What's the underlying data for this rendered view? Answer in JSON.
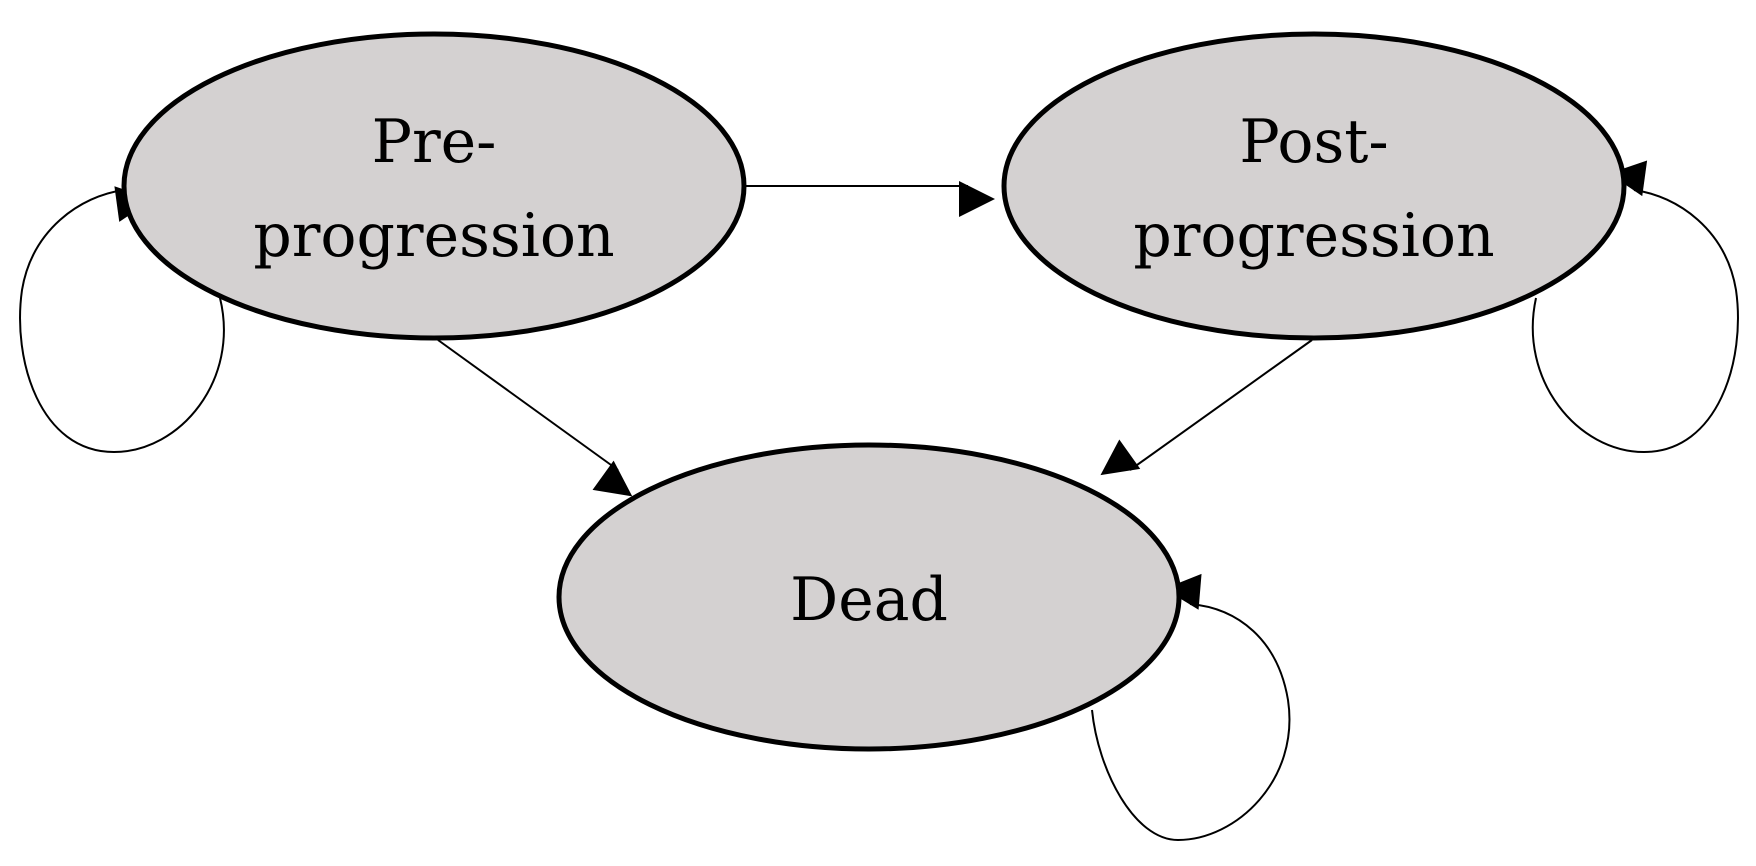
{
  "diagram": {
    "type": "state-transition",
    "colors": {
      "state_fill": "#d4d1d1",
      "state_stroke": "#000000",
      "arrow": "#000000",
      "background": "#ffffff"
    },
    "states": {
      "pre_progression": {
        "line1": "Pre-",
        "line2": "progression"
      },
      "post_progression": {
        "line1": "Post-",
        "line2": "progression"
      },
      "dead": {
        "line1": "Dead"
      }
    },
    "transitions": [
      {
        "from": "Pre-progression",
        "to": "Post-progression"
      },
      {
        "from": "Pre-progression",
        "to": "Dead"
      },
      {
        "from": "Post-progression",
        "to": "Dead"
      },
      {
        "from": "Pre-progression",
        "to": "Pre-progression"
      },
      {
        "from": "Post-progression",
        "to": "Post-progression"
      },
      {
        "from": "Dead",
        "to": "Dead"
      }
    ]
  }
}
